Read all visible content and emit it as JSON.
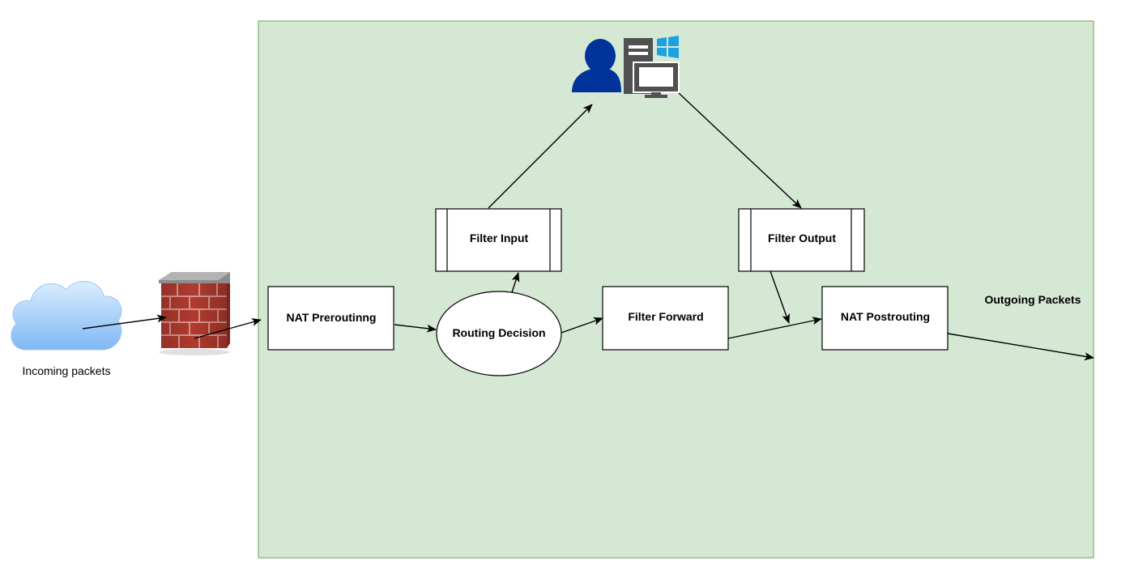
{
  "labels": {
    "incoming": "Incoming packets",
    "outgoing": "Outgoing Packets"
  },
  "nodes": {
    "nat_prerouting": "NAT Preroutinng",
    "routing_decision": "Routing Decision",
    "filter_input": "Filter Input",
    "filter_forward": "Filter Forward",
    "filter_output": "Filter Output",
    "nat_postrouting": "NAT Postrouting"
  },
  "icons": {
    "cloud": "cloud-icon",
    "firewall": "firewall-brick-wall-icon",
    "user": "user-icon",
    "workstation": "windows-workstation-icon"
  },
  "colors": {
    "container_fill": "#d5e8d4",
    "container_stroke": "#82b366",
    "node_fill": "#ffffff",
    "node_stroke": "#000000",
    "cloud_top": "#dbeeff",
    "cloud_bottom": "#7fb8f5",
    "brick": "#b03a2e",
    "brick_mortar": "#d9978f",
    "wall_cap": "#8c8c8c",
    "user": "#003399",
    "computer": "#505050",
    "windows_logo": "#1ba1e2"
  }
}
